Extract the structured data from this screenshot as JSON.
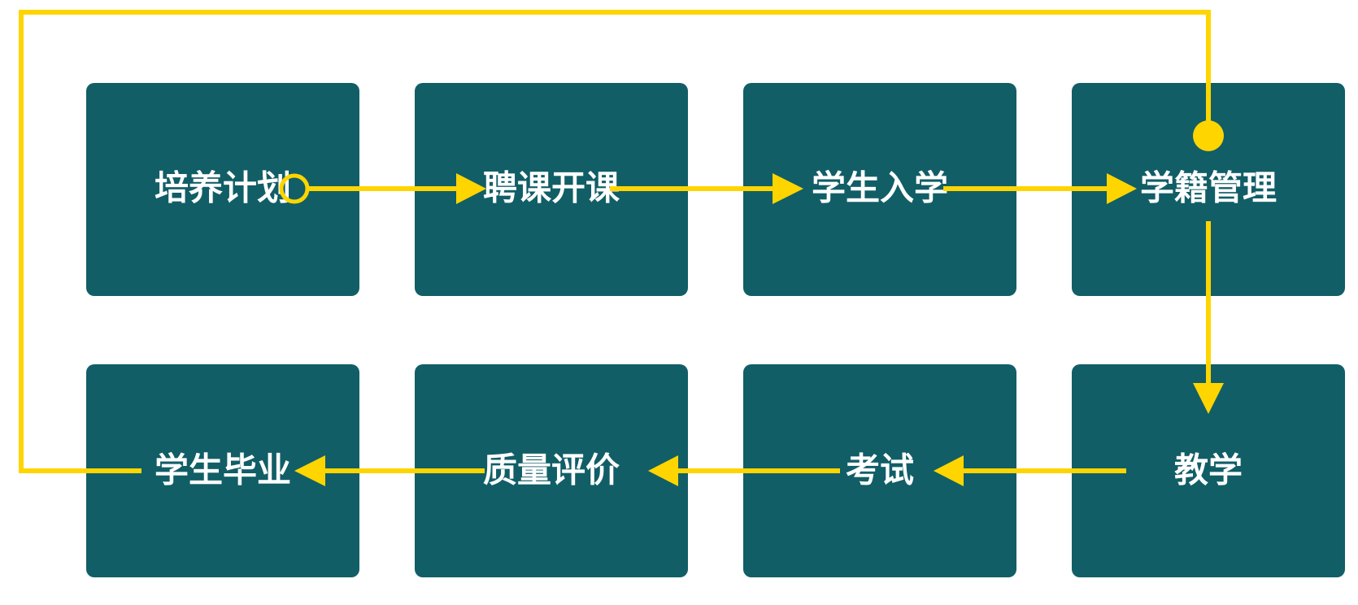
{
  "title": "学籍管理流程",
  "colors": {
    "box": "#115E67",
    "connector": "#FFD500",
    "text": "#FFFFFF"
  },
  "steps": [
    {
      "label": "培养计划"
    },
    {
      "label": "聘课开课"
    },
    {
      "label": "学生入学"
    },
    {
      "label": "学籍管理"
    },
    {
      "label": "教学"
    },
    {
      "label": "考试"
    },
    {
      "label": "质量评价"
    },
    {
      "label": "学生毕业"
    }
  ]
}
